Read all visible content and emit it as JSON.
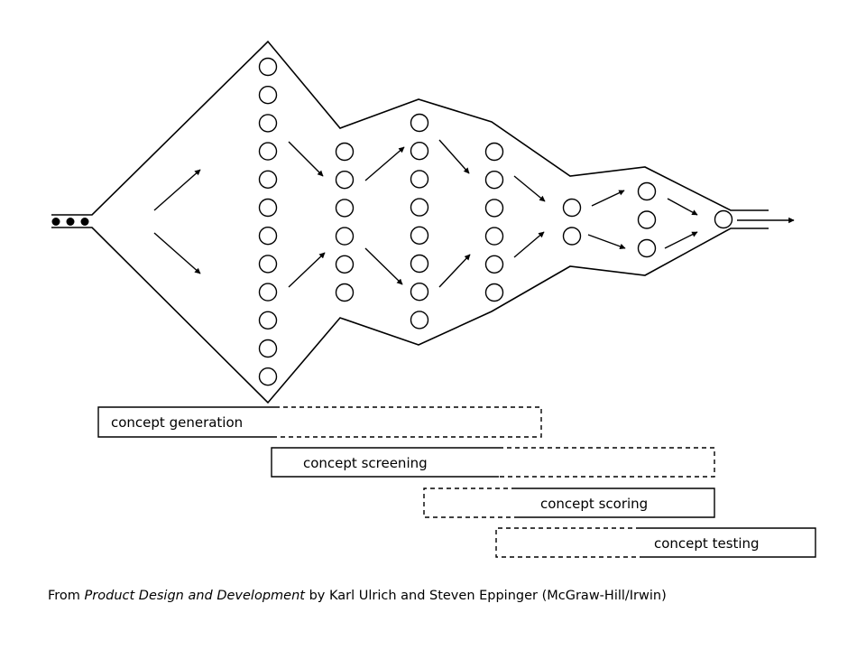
{
  "phases": {
    "generation": "concept generation",
    "screening": "concept screening",
    "scoring": "concept scoring",
    "testing": "concept testing"
  },
  "caption": {
    "prefix": "From ",
    "book_title": "Product Design and Development",
    "suffix": " by Karl Ulrich and Steven Eppinger (McGraw-Hill/Irwin)"
  }
}
